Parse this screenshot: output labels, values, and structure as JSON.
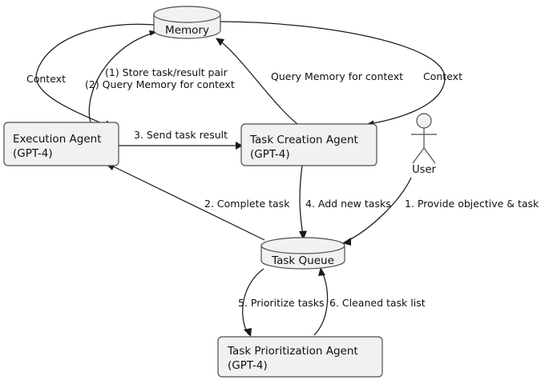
{
  "diagram": {
    "title": "Task-driven autonomous agent architecture",
    "type": "component-flow",
    "background_color": "#ffffff",
    "node_fill_color": "#f1f1f1",
    "node_border_color": "#4d4d4d",
    "edge_color": "#1a1a1a",
    "nodes": [
      {
        "id": "memory",
        "shape": "database",
        "label": "Memory"
      },
      {
        "id": "execution_agent",
        "shape": "rectangle",
        "label_line1": "Execution Agent",
        "label_line2": "(GPT-4)"
      },
      {
        "id": "task_creation_agent",
        "shape": "rectangle",
        "label_line1": "Task Creation Agent",
        "label_line2": "(GPT-4)"
      },
      {
        "id": "task_queue",
        "shape": "database",
        "label": "Task Queue"
      },
      {
        "id": "task_prioritization_agent",
        "shape": "rectangle",
        "label_line1": "Task Prioritization Agent",
        "label_line2": "(GPT-4)"
      },
      {
        "id": "user",
        "shape": "actor",
        "label": "User"
      }
    ],
    "edges": [
      {
        "id": "e_mem_exec",
        "from": "memory",
        "to": "execution_agent",
        "label": "Context"
      },
      {
        "id": "e_exec_mem",
        "from": "execution_agent",
        "to": "memory",
        "label_line1": "(1) Store task/result pair",
        "label_line2": "(2) Query Memory for context"
      },
      {
        "id": "e_tca_mem",
        "from": "task_creation_agent",
        "to": "memory",
        "label": "Query Memory for context"
      },
      {
        "id": "e_mem_tca",
        "from": "memory",
        "to": "task_creation_agent",
        "label": "Context"
      },
      {
        "id": "e_exec_tca",
        "from": "execution_agent",
        "to": "task_creation_agent",
        "label": "3. Send task result"
      },
      {
        "id": "e_queue_exec",
        "from": "task_queue",
        "to": "execution_agent",
        "label": "2. Complete task"
      },
      {
        "id": "e_tca_queue",
        "from": "task_creation_agent",
        "to": "task_queue",
        "label": "4. Add new tasks"
      },
      {
        "id": "e_user_queue",
        "from": "user",
        "to": "task_queue",
        "label": "1. Provide objective & task"
      },
      {
        "id": "e_queue_tpa",
        "from": "task_queue",
        "to": "task_prioritization_agent",
        "label": "5. Prioritize tasks"
      },
      {
        "id": "e_tpa_queue",
        "from": "task_prioritization_agent",
        "to": "task_queue",
        "label": "6. Cleaned task list"
      }
    ]
  },
  "labels": {
    "memory": "Memory",
    "task_queue": "Task Queue",
    "execution_agent_l1": "Execution Agent",
    "execution_agent_l2": "(GPT-4)",
    "task_creation_agent_l1": "Task Creation Agent",
    "task_creation_agent_l2": "(GPT-4)",
    "task_prioritization_agent_l1": "Task Prioritization Agent",
    "task_prioritization_agent_l2": "(GPT-4)",
    "user": "User",
    "context_left": "Context",
    "store_pair": "(1) Store task/result pair",
    "query_memory_2": "(2) Query Memory for context",
    "query_memory_right": "Query Memory for context",
    "context_right": "Context",
    "send_task_result": "3. Send task result",
    "complete_task": "2. Complete task",
    "add_new_tasks": "4. Add new tasks",
    "provide_objective": "1. Provide objective & task",
    "prioritize_tasks": "5. Prioritize tasks",
    "cleaned_task_list": "6. Cleaned task list"
  }
}
